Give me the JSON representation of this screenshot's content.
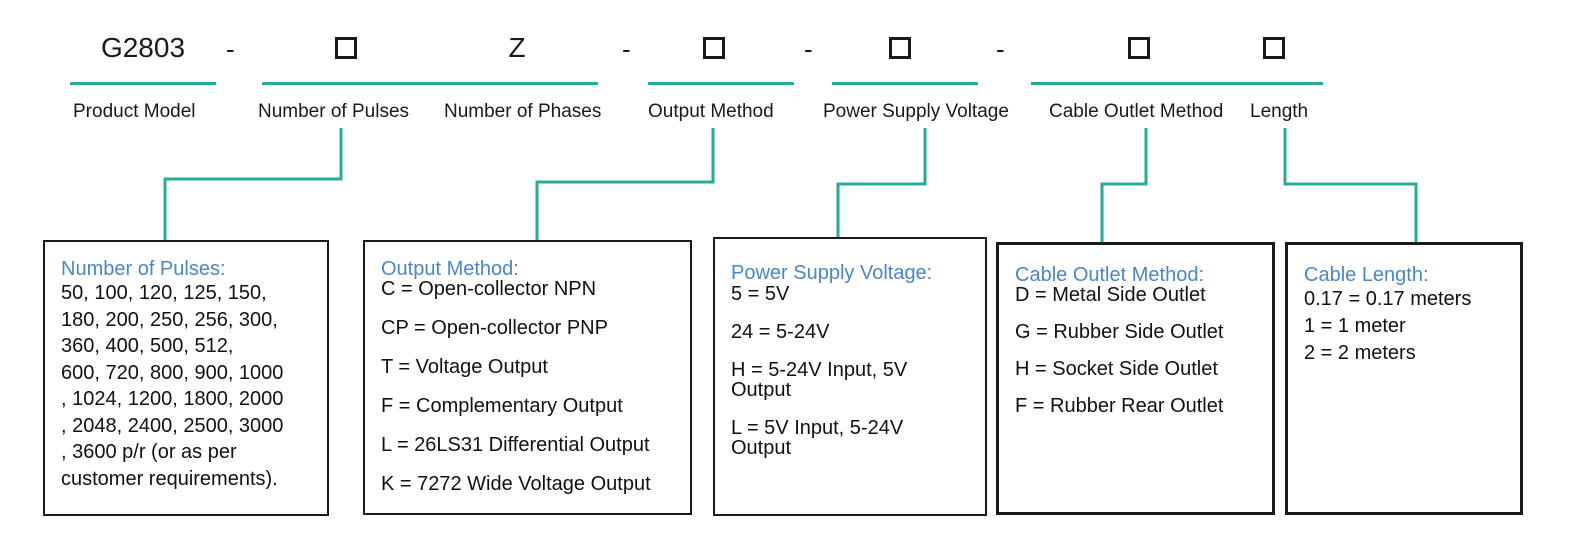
{
  "header": {
    "model_code": "G2803",
    "phase_code": "Z",
    "separator": "-"
  },
  "fields": [
    {
      "label": "Product Model"
    },
    {
      "label": "Number of Pulses"
    },
    {
      "label": "Number of Phases"
    },
    {
      "label": "Output Method"
    },
    {
      "label": "Power Supply Voltage"
    },
    {
      "label": "Cable Outlet Method"
    },
    {
      "label": "Length"
    }
  ],
  "boxes": [
    {
      "title": "Number of Pulses:",
      "lines": [
        "50, 100, 120, 125, 150,",
        "180, 200, 250, 256, 300,",
        "360, 400, 500, 512,",
        "600, 720, 800, 900, 1000",
        ", 1024, 1200, 1800, 2000",
        ", 2048, 2400, 2500, 3000",
        ", 3600 p/r (or as per",
        "customer requirements)."
      ]
    },
    {
      "title": "Output Method:",
      "lines": [
        "C = Open-collector NPN",
        "CP = Open-collector PNP",
        "T = Voltage Output",
        "F = Complementary Output",
        "L = 26LS31 Differential Output",
        "K = 7272 Wide Voltage Output"
      ]
    },
    {
      "title": "Power Supply Voltage:",
      "lines": [
        "5 = 5V",
        "24 = 5-24V",
        "H = 5-24V Input, 5V",
        "Output",
        "L = 5V Input, 5-24V",
        "Output"
      ]
    },
    {
      "title": "Cable Outlet Method:",
      "lines": [
        "D = Metal Side Outlet",
        "G = Rubber Side Outlet",
        "H = Socket Side Outlet",
        "F = Rubber Rear Outlet"
      ]
    },
    {
      "title": "Cable Length:",
      "lines": [
        "0.17 = 0.17 meters",
        "1 = 1 meter",
        "2 = 2 meters"
      ]
    }
  ],
  "colors": {
    "accent": "#2aa99b",
    "title_text": "#4a86c8",
    "border": "#1a1a1a"
  }
}
